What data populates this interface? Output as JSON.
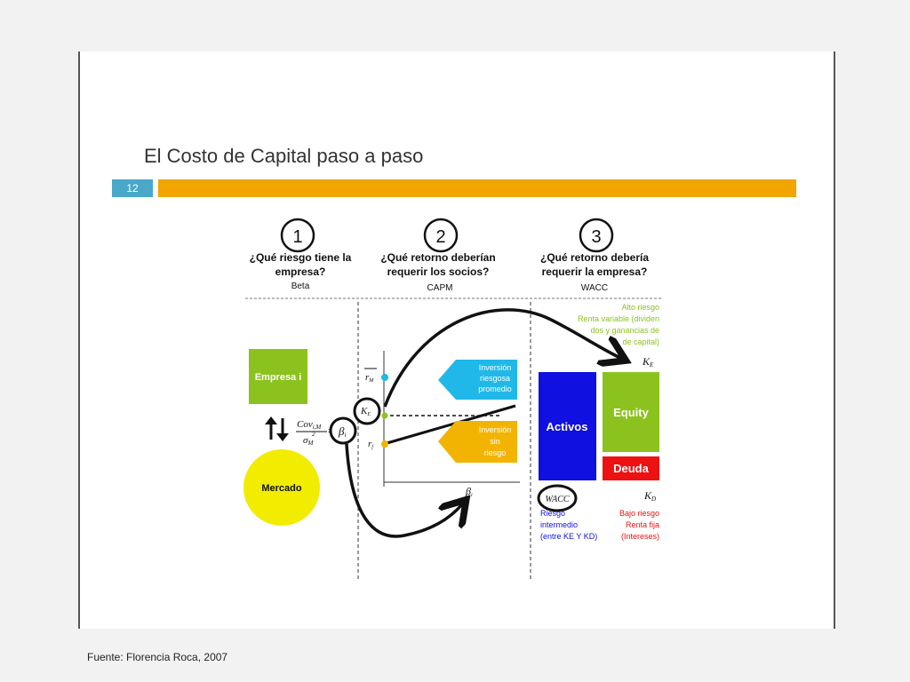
{
  "slide": {
    "title": "El Costo de Capital paso a paso",
    "page_number": "12",
    "footer": "Fuente: Florencia Roca, 2007"
  },
  "steps": [
    {
      "number": "1",
      "question_line1": "¿Qué riesgo tiene la",
      "question_line2": "empresa?",
      "label": "Beta"
    },
    {
      "number": "2",
      "question_line1": "¿Qué retorno deberían",
      "question_line2": "requerir los socios?",
      "label": "CAPM"
    },
    {
      "number": "3",
      "question_line1": "¿Qué retorno debería",
      "question_line2": "requerir la empresa?",
      "label": "WACC"
    }
  ],
  "beta_panel": {
    "empresa": "Empresa i",
    "mercado": "Mercado",
    "cov_numerator": "Cov",
    "cov_sub": "i,M",
    "sigma": "σ",
    "sigma_sub": "M",
    "sigma_sup": "2",
    "beta": "β",
    "beta_sub": "i"
  },
  "capm_panel": {
    "rm": "r",
    "rm_sub": "M",
    "ke": "K",
    "ke_sub": "E",
    "rf": "r",
    "rf_sub": "f",
    "beta_axis": "β",
    "beta_axis_sub": "i",
    "risky_investment": [
      "Inversión",
      "riesgosa",
      "promedio"
    ],
    "riskfree_investment": [
      "Inversión",
      "sin",
      "riesgo"
    ]
  },
  "wacc_panel": {
    "high_risk": [
      "Alto riesgo",
      "Renta variable (dividen",
      "dos y ganancias de",
      "de capital)"
    ],
    "ke": "K",
    "ke_sub": "E",
    "assets": "Activos",
    "equity": "Equity",
    "debt": "Deuda",
    "wacc": "WACC",
    "kd": "K",
    "kd_sub": "D",
    "intermediate_risk": [
      "Riesgo",
      "intermedio",
      "(entre KE Y KD)"
    ],
    "low_risk": [
      "Bajo riesgo",
      "Renta fija",
      "(Intereses)"
    ]
  },
  "colors": {
    "accent_bar": "#f0a500",
    "page_number_bg": "#4aa8c9",
    "green": "#8cc21d",
    "yellow": "#f2ec00",
    "cyan": "#1fb8e8",
    "orange": "#f2b400",
    "blue": "#1010e0",
    "red": "#ee1111"
  }
}
